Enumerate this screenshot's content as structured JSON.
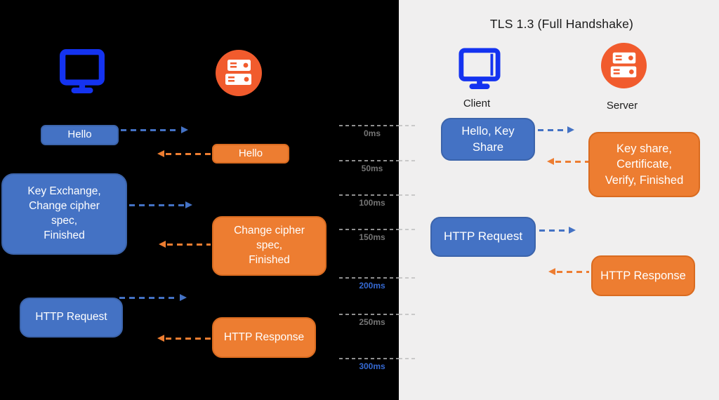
{
  "title": "TLS 1.3 (Full Handshake)",
  "colors": {
    "blue_box": "#4472c4",
    "blue_box_border": "#3c64ab",
    "orange_box": "#ed7d31",
    "orange_box_border": "#d96b20",
    "arrow_blue": "#4472c4",
    "arrow_orange": "#ed7d31",
    "icon_blue": "#1433f0",
    "icon_orange": "#f15b2d",
    "panel_left_bg": "#000000",
    "panel_right_bg": "#f0efef",
    "tick_label": "#757575",
    "tick_label_highlight": "#3569d2"
  },
  "left_panel": {
    "client_icon": "monitor-icon",
    "server_icon": "server-icon",
    "messages": [
      {
        "text": "Hello",
        "from": "client"
      },
      {
        "text": "Hello",
        "from": "server"
      },
      {
        "text": "Key Exchange,\nChange cipher\nspec,\nFinished",
        "from": "client"
      },
      {
        "text": "Change cipher\nspec,\nFinished",
        "from": "server"
      },
      {
        "text": "HTTP Request",
        "from": "client"
      },
      {
        "text": "HTTP Response",
        "from": "server"
      }
    ]
  },
  "timeline": {
    "ticks": [
      {
        "label": "0ms",
        "highlight": false
      },
      {
        "label": "50ms",
        "highlight": false
      },
      {
        "label": "100ms",
        "highlight": false
      },
      {
        "label": "150ms",
        "highlight": false
      },
      {
        "label": "200ms",
        "highlight": true
      },
      {
        "label": "250ms",
        "highlight": false
      },
      {
        "label": "300ms",
        "highlight": true
      }
    ]
  },
  "right_panel": {
    "title": "TLS 1.3 (Full Handshake)",
    "client_label": "Client",
    "server_label": "Server",
    "messages": [
      {
        "text": "Hello, Key\nShare",
        "from": "client"
      },
      {
        "text": "Key share,\nCertificate,\nVerify, Finished",
        "from": "server"
      },
      {
        "text": "HTTP Request",
        "from": "client"
      },
      {
        "text": "HTTP Response",
        "from": "server"
      }
    ]
  }
}
